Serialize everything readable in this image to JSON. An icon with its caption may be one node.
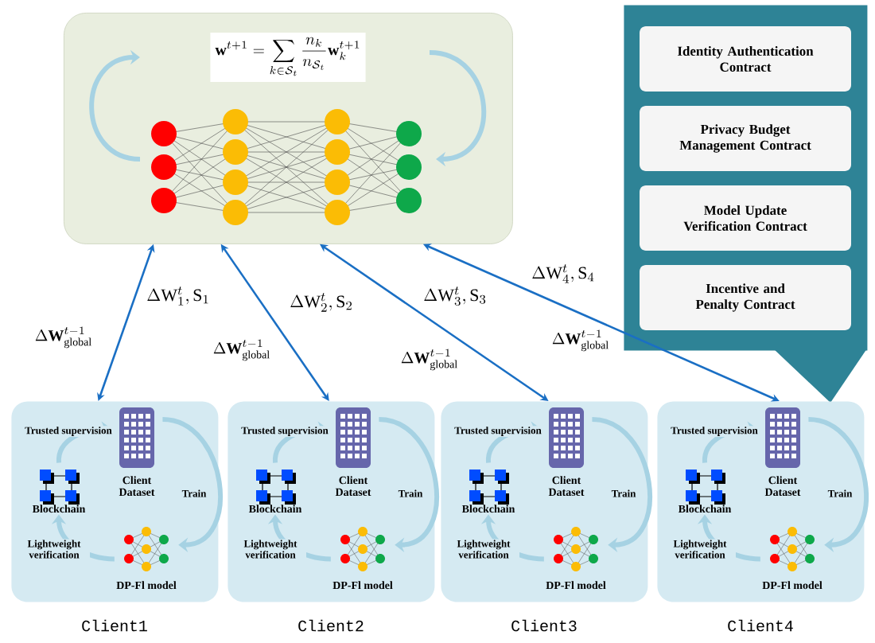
{
  "diagram": {
    "nodes": [
      {
        "text": [
          "\\mathbf{w}^{t+1}=\\sum_{k\\in\\mathcal{S}_t}\\frac{n_k}{n_{\\mathcal{S}_t}}\\mathbf{w}_k^{t+1}"
        ]
      },
      {
        "text": [],
        "shape": "box"
      },
      {
        "text": [
          "Identity Authentication Contract"
        ],
        "in": 1
      },
      {
        "text": [
          "Privacy Budget Management Contract"
        ],
        "in": 1
      },
      {
        "text": [
          "Model Update Verification Contract"
        ],
        "in": 1
      },
      {
        "text": [
          "Incentive and Penalty Contract"
        ],
        "in": 1
      },
      {
        "text": [],
        "shape": "box",
        "beside": [
          "Client1"
        ]
      },
      {
        "text": [
          "Blockchain"
        ],
        "in": 6
      },
      {
        "text": [
          "Client Dataset"
        ],
        "in": 6
      },
      {
        "text": [
          "DP-Fl model"
        ],
        "in": 6
      },
      {
        "text": [],
        "shape": "box",
        "beside": [
          "Client2"
        ]
      },
      {
        "text": [
          "Blockchain"
        ],
        "in": 10
      },
      {
        "text": [
          "Client Dataset"
        ],
        "in": 10
      },
      {
        "text": [
          "DP-Fl model"
        ],
        "in": 10
      },
      {
        "text": [],
        "shape": "box",
        "beside": [
          "Client3"
        ]
      },
      {
        "text": [
          "Blockchain"
        ],
        "in": 14
      },
      {
        "text": [
          "Client Dataset"
        ],
        "in": 14
      },
      {
        "text": [
          "DP-Fl model"
        ],
        "in": 14
      },
      {
        "text": [],
        "shape": "box",
        "beside": [
          "Client4"
        ]
      },
      {
        "text": [
          "Blockchain"
        ],
        "in": 18
      },
      {
        "text": [
          "Client Dataset"
        ],
        "in": 18
      },
      {
        "text": [
          "DP-Fl model"
        ],
        "in": 18
      }
    ],
    "edges": [
      {
        "from": 0,
        "to": 6,
        "arrow": "both",
        "label": "\\Delta\\mathrm{W}_1^{t},\\mathrm{S}_1",
        "color": "#1a6fc4"
      },
      {
        "from": 0,
        "to": 10,
        "arrow": "both",
        "label": "\\Delta\\mathrm{W}_2^{t},\\mathrm{S}_2",
        "color": "#1a6fc4"
      },
      {
        "from": 0,
        "to": 14,
        "arrow": "both",
        "label": "\\Delta\\mathrm{W}_3^{t},\\mathrm{S}_3",
        "color": "#1a6fc4"
      },
      {
        "from": 0,
        "to": 18,
        "arrow": "both",
        "label": "\\Delta\\mathrm{W}_4^{t},\\mathrm{S}_4",
        "color": "#1a6fc4"
      },
      {
        "from": 7,
        "to": 8,
        "arrow": "to",
        "label": "Trusted supervision"
      },
      {
        "from": 8,
        "to": 9,
        "arrow": "to",
        "label": "Train"
      },
      {
        "from": 9,
        "to": 7,
        "arrow": "to",
        "label": "Lightweight verification"
      },
      {
        "from": 11,
        "to": 12,
        "arrow": "to",
        "label": "Trusted supervision"
      },
      {
        "from": 12,
        "to": 13,
        "arrow": "to",
        "label": "Train"
      },
      {
        "from": 13,
        "to": 11,
        "arrow": "to",
        "label": "Lightweight verification"
      },
      {
        "from": 15,
        "to": 16,
        "arrow": "to",
        "label": "Trusted supervision"
      },
      {
        "from": 16,
        "to": 17,
        "arrow": "to",
        "label": "Train"
      },
      {
        "from": 17,
        "to": 15,
        "arrow": "to",
        "label": "Lightweight verification"
      },
      {
        "from": 19,
        "to": 20,
        "arrow": "to",
        "label": "Trusted supervision"
      },
      {
        "from": 20,
        "to": 21,
        "arrow": "to",
        "label": "Train"
      },
      {
        "from": 21,
        "to": 19,
        "arrow": "to",
        "label": "Lightweight verification"
      }
    ],
    "labels": [
      "\\Delta\\mathbf{W}_{\\mathrm{global}}^{t-1}",
      "\\Delta\\mathbf{W}_{\\mathrm{global}}^{t-1}",
      "\\Delta\\mathbf{W}_{\\mathrm{global}}^{t-1}",
      "\\Delta\\mathbf{W}_{\\mathrm{global}}^{t-1}"
    ]
  }
}
